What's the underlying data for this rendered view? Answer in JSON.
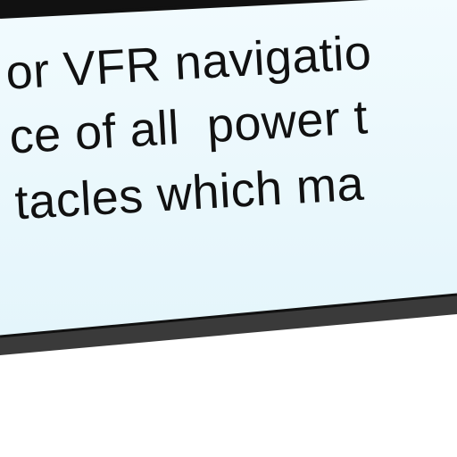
{
  "card": {
    "lines": [
      "or VFR navigatio",
      "ce of all  power t",
      "tacles which ma"
    ],
    "colors": {
      "background": "#ffffff",
      "card_fill": "#e9f8fc",
      "card_fill_light": "#f2fbfe",
      "edge": "#111111",
      "shadow": "#3a3a3a",
      "text": "#111111"
    }
  }
}
